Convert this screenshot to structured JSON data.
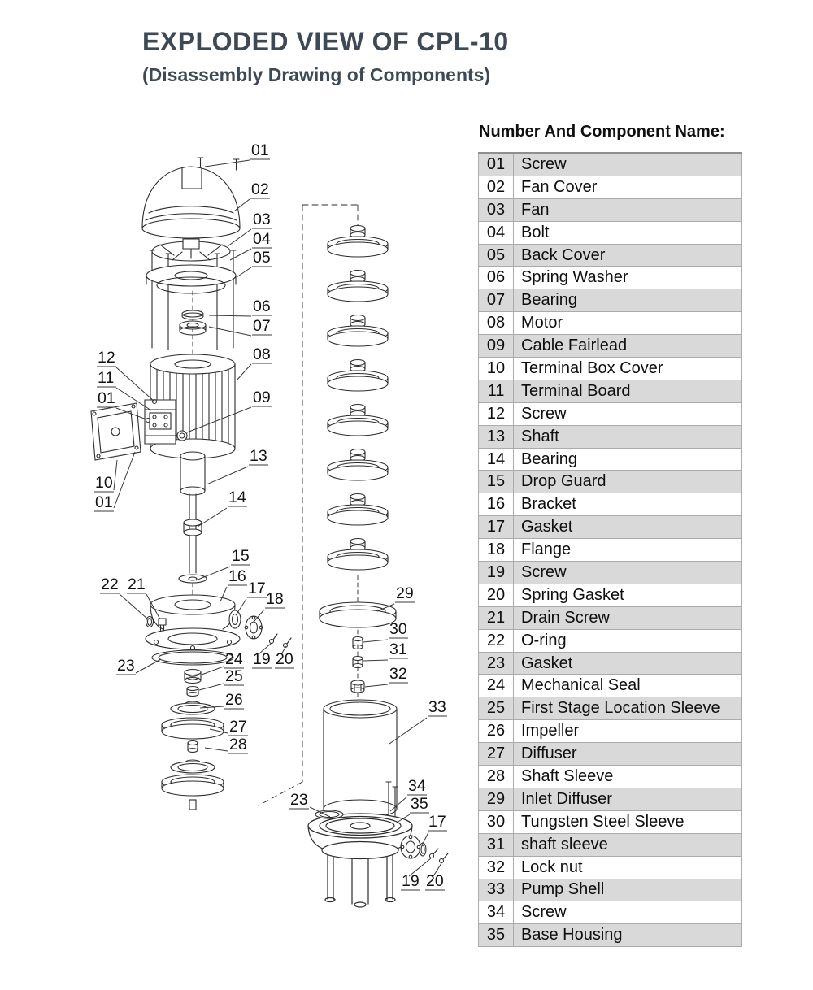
{
  "header": {
    "title": "EXPLODED VIEW OF CPL-10",
    "subtitle": "(Disassembly Drawing of Components)"
  },
  "colors": {
    "title": "#3e4956",
    "table_alt_row": "#d9d9d9",
    "diagram_line": "#2c2c2c"
  },
  "diagram": {
    "description": "Exploded view of CPL-10 multistage pump with numbered callouts",
    "labels": [
      "01",
      "02",
      "03",
      "04",
      "05",
      "06",
      "07",
      "08",
      "09",
      "12",
      "11",
      "01",
      "10",
      "01",
      "13",
      "14",
      "15",
      "16",
      "17",
      "18",
      "22",
      "21",
      "23",
      "24",
      "25",
      "19",
      "20",
      "26",
      "27",
      "28",
      "29",
      "30",
      "31",
      "32",
      "33",
      "23",
      "34",
      "35",
      "17",
      "19",
      "20"
    ]
  },
  "table": {
    "heading": "Number And Component Name:",
    "rows": [
      {
        "num": "01",
        "name": "Screw"
      },
      {
        "num": "02",
        "name": "Fan Cover"
      },
      {
        "num": "03",
        "name": "Fan"
      },
      {
        "num": "04",
        "name": "Bolt"
      },
      {
        "num": "05",
        "name": "Back Cover"
      },
      {
        "num": "06",
        "name": "Spring Washer"
      },
      {
        "num": "07",
        "name": "Bearing"
      },
      {
        "num": "08",
        "name": "Motor"
      },
      {
        "num": "09",
        "name": "Cable Fairlead"
      },
      {
        "num": "10",
        "name": "Terminal Box Cover"
      },
      {
        "num": "11",
        "name": "Terminal Board"
      },
      {
        "num": "12",
        "name": "Screw"
      },
      {
        "num": "13",
        "name": "Shaft"
      },
      {
        "num": "14",
        "name": "Bearing"
      },
      {
        "num": "15",
        "name": "Drop Guard"
      },
      {
        "num": "16",
        "name": "Bracket"
      },
      {
        "num": "17",
        "name": "Gasket"
      },
      {
        "num": "18",
        "name": "Flange"
      },
      {
        "num": "19",
        "name": "Screw"
      },
      {
        "num": "20",
        "name": "Spring Gasket"
      },
      {
        "num": "21",
        "name": "Drain Screw"
      },
      {
        "num": "22",
        "name": "O-ring"
      },
      {
        "num": "23",
        "name": "Gasket"
      },
      {
        "num": "24",
        "name": "Mechanical Seal"
      },
      {
        "num": "25",
        "name": "First Stage Location Sleeve"
      },
      {
        "num": "26",
        "name": "Impeller"
      },
      {
        "num": "27",
        "name": "Diffuser"
      },
      {
        "num": "28",
        "name": "Shaft Sleeve"
      },
      {
        "num": "29",
        "name": "Inlet Diffuser"
      },
      {
        "num": "30",
        "name": "Tungsten Steel Sleeve"
      },
      {
        "num": "31",
        "name": "shaft sleeve"
      },
      {
        "num": "32",
        "name": "Lock nut"
      },
      {
        "num": "33",
        "name": "Pump Shell"
      },
      {
        "num": "34",
        "name": "Screw"
      },
      {
        "num": "35",
        "name": "Base Housing"
      }
    ]
  }
}
